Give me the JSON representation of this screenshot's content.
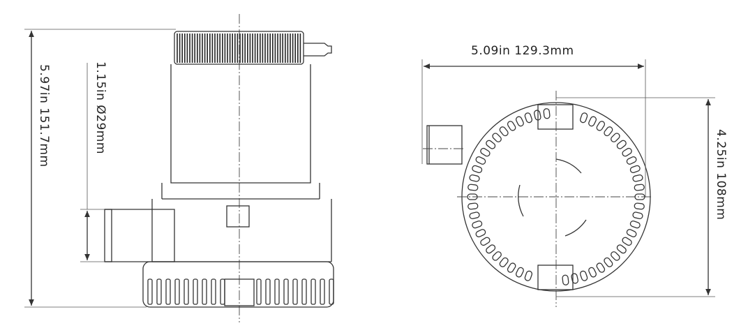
{
  "dimensions": {
    "height": "5.97in 151.7mm",
    "outlet": "1.15in Ø29mm",
    "width": "5.09in 129.3mm",
    "diameter": "4.25in 108mm"
  },
  "colors": {
    "line": "#333333",
    "background": "#ffffff"
  }
}
